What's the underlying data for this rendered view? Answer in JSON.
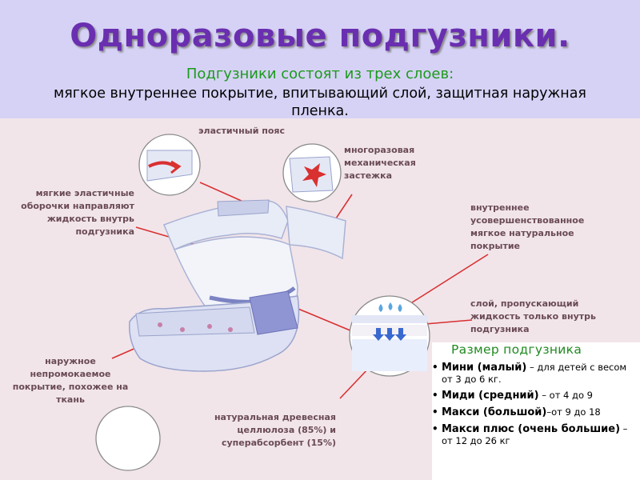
{
  "header": {
    "title": "Одноразовые подгузники.",
    "subtitle": "Подгузники состоят из трех слоев:",
    "description": "мягкое внутреннее покрытие, впитывающий слой, защитная наружная пленка."
  },
  "labels": {
    "elastic_belt": "эластичный пояс",
    "fastener": "многоразовая механическая застежка",
    "soft_ruffles": "мягкие эластичные оборочки направляют жидкость внутрь подгузника",
    "inner_cover": "внутреннее усовершенствованное мягкое натуральное покрытие",
    "liquid_layer": "слой, пропускающий жидкость только внутрь подгузника",
    "outer_cover": "наружное непромокаемое покрытие, похожее на ткань",
    "absorbent": "натуральная древесная целлюлоза (85%) и суперабсорбент (15%)"
  },
  "sizes": {
    "title": "Размер подгузника",
    "items": [
      {
        "name": "Мини (малый)",
        "range": " – для детей с весом от 3 до 6 кг."
      },
      {
        "name": "Миди (средний)",
        "range": " – от 4 до 9"
      },
      {
        "name": "Макси (большой)",
        "range": "–от  9 до 18"
      },
      {
        "name": "Макси плюс (очень большие)",
        "range": " – от 12 до 26 кг"
      }
    ]
  },
  "colors": {
    "header_bg": "#d6d2f6",
    "title": "#6a2fb0",
    "subtitle": "#1c9a1c",
    "label": "#6a4a55",
    "leader_line": "#d93030"
  },
  "icons": [
    "diaper-illustration",
    "elastic-belt-zoom-icon",
    "fastener-zoom-icon",
    "liquid-layer-zoom-icon",
    "absorbent-zoom-icon"
  ]
}
